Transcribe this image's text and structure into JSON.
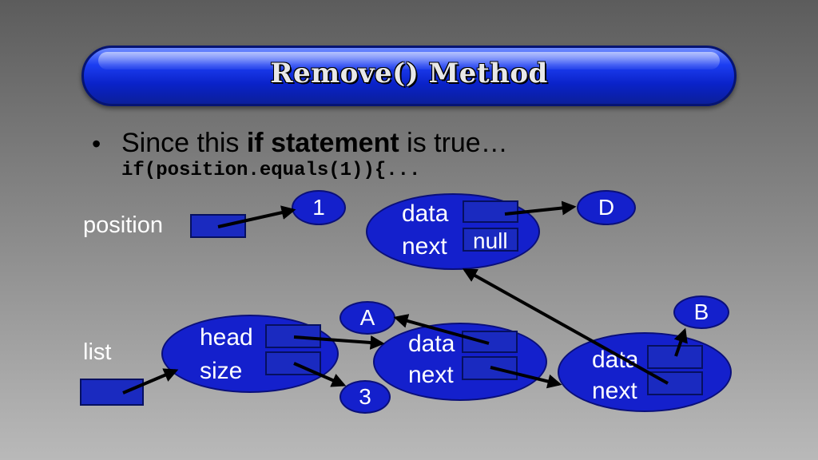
{
  "slide": {
    "title": "Remove() Method",
    "bullet_symbol": "•",
    "bullet_pre": "Since this ",
    "bullet_bold": "if statement",
    "bullet_post": " is true…",
    "code": "if(position.equals(1)){..."
  },
  "diagram": {
    "position_label": "position",
    "list_label": "list",
    "list_node": {
      "head_label": "head",
      "size_label": "size"
    },
    "node_removed": {
      "data_label": "data",
      "next_label": "next",
      "next_value": "null"
    },
    "node_a": {
      "data_label": "data",
      "next_label": "next"
    },
    "node_b": {
      "data_label": "data",
      "next_label": "next"
    },
    "bubble_position": "1",
    "bubble_size": "3",
    "bubble_a": "A",
    "bubble_b": "B",
    "bubble_d": "D"
  },
  "colors": {
    "node_fill": "#1420cc",
    "pointer_box": "#1a2ac0",
    "arrow": "#000000"
  }
}
